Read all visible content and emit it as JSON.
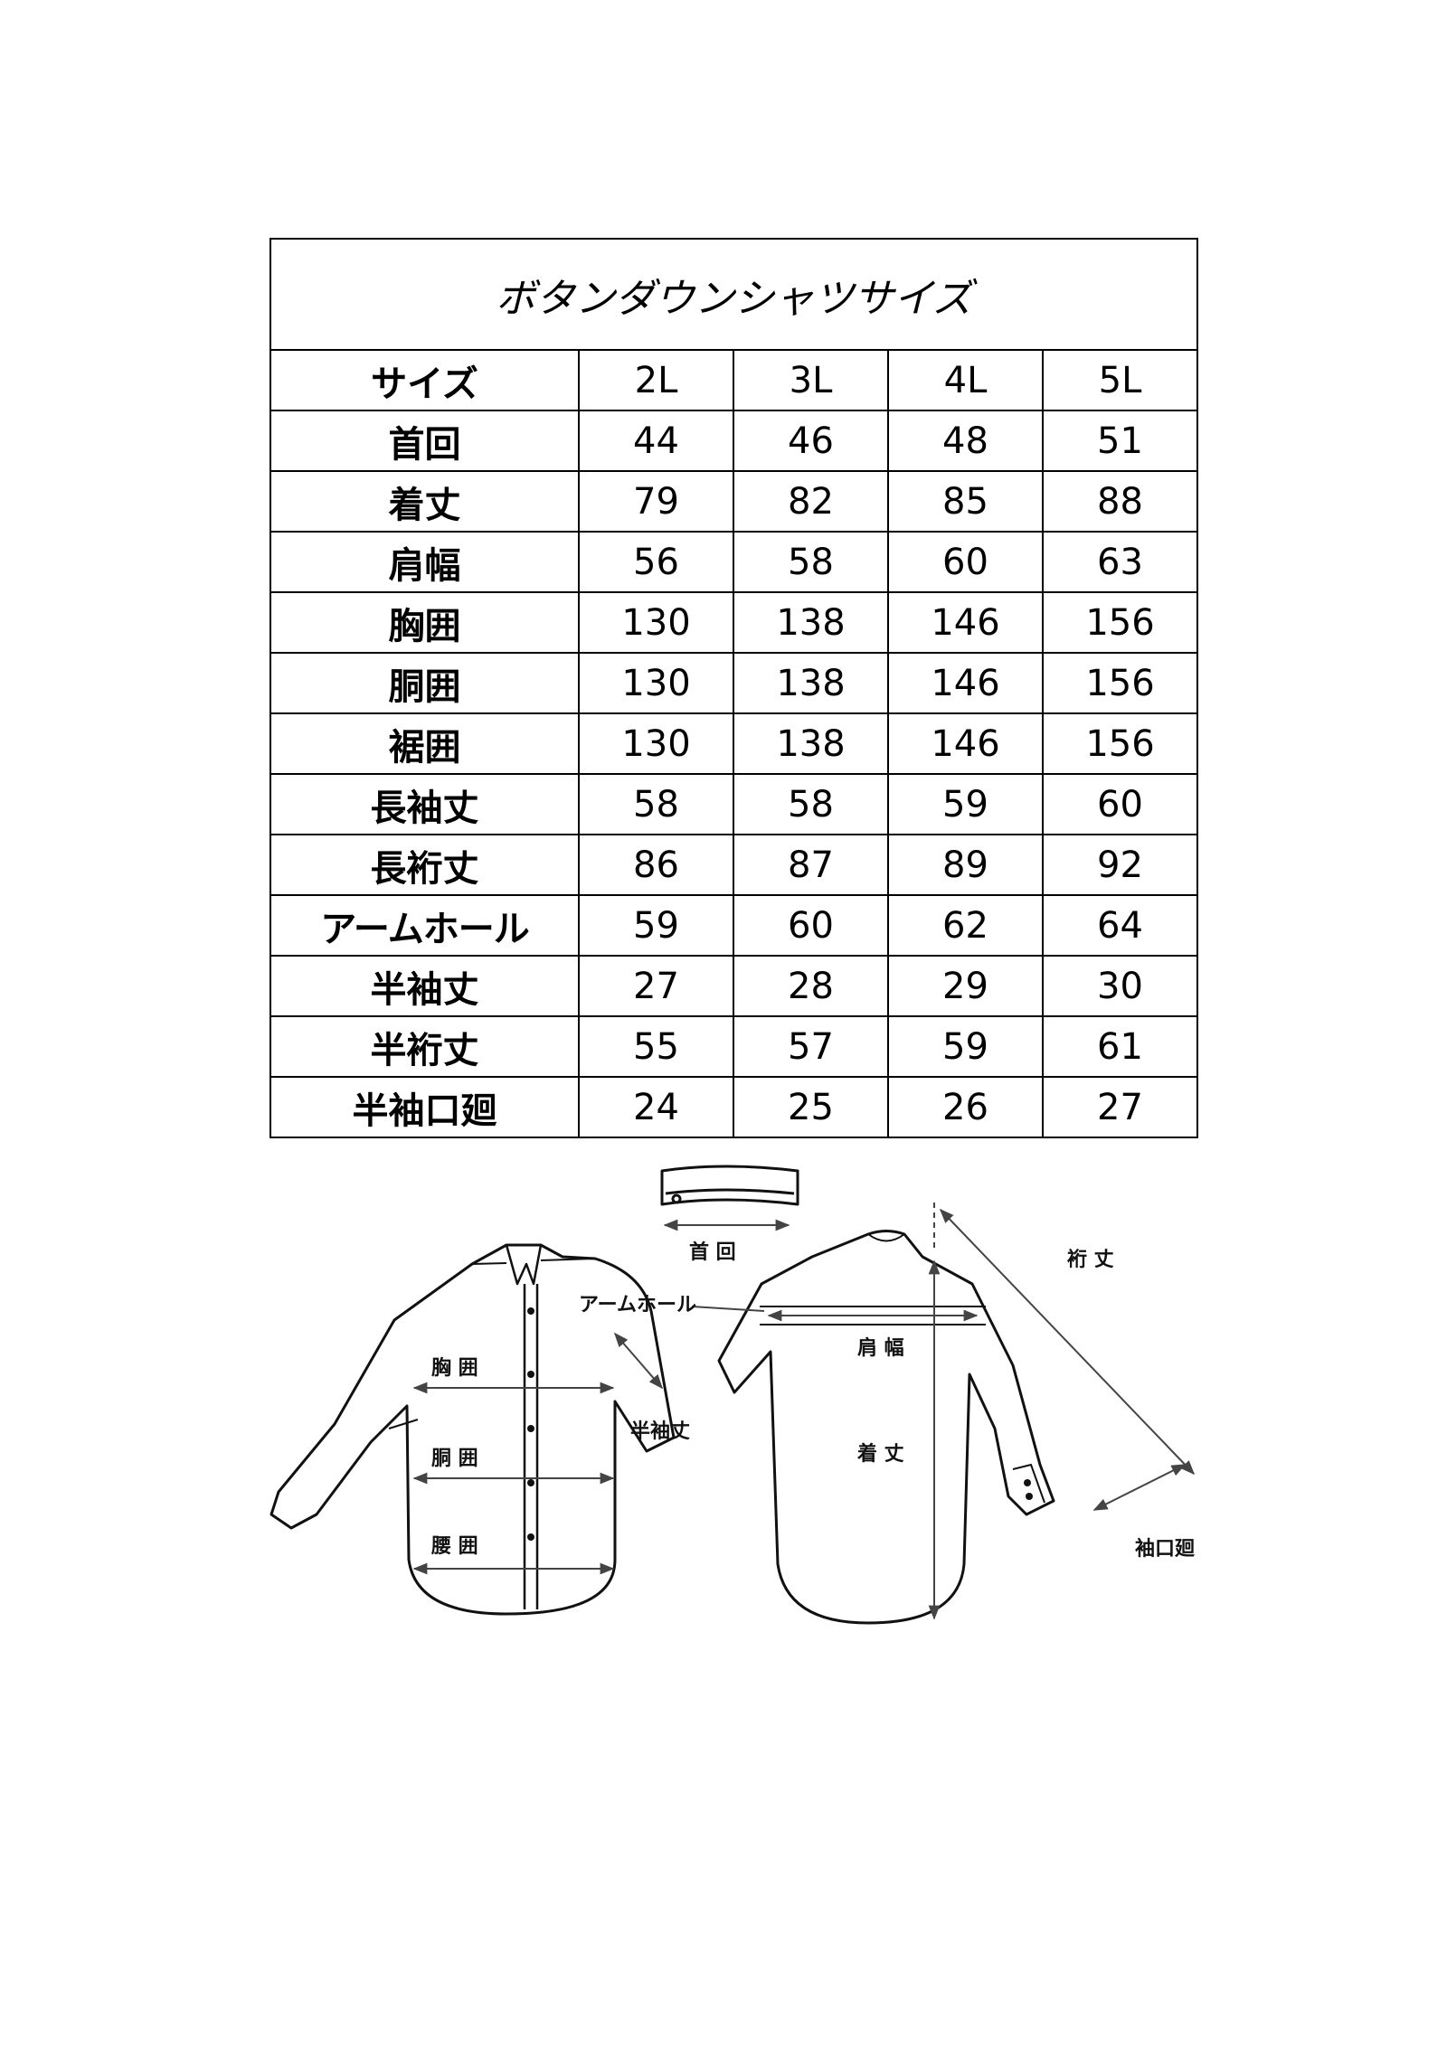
{
  "table": {
    "title": "ボタンダウンシャツサイズ",
    "header_label": "サイズ",
    "sizes": [
      "2L",
      "3L",
      "4L",
      "5L"
    ],
    "rows": [
      {
        "label": "首回",
        "values": [
          "44",
          "46",
          "48",
          "51"
        ]
      },
      {
        "label": "着丈",
        "values": [
          "79",
          "82",
          "85",
          "88"
        ]
      },
      {
        "label": "肩幅",
        "values": [
          "56",
          "58",
          "60",
          "63"
        ]
      },
      {
        "label": "胸囲",
        "values": [
          "130",
          "138",
          "146",
          "156"
        ]
      },
      {
        "label": "胴囲",
        "values": [
          "130",
          "138",
          "146",
          "156"
        ]
      },
      {
        "label": "裾囲",
        "values": [
          "130",
          "138",
          "146",
          "156"
        ]
      },
      {
        "label": "長袖丈",
        "values": [
          "58",
          "58",
          "59",
          "60"
        ]
      },
      {
        "label": "長裄丈",
        "values": [
          "86",
          "87",
          "89",
          "92"
        ]
      },
      {
        "label": "アームホール",
        "values": [
          "59",
          "60",
          "62",
          "64"
        ]
      },
      {
        "label": "半袖丈",
        "values": [
          "27",
          "28",
          "29",
          "30"
        ]
      },
      {
        "label": "半裄丈",
        "values": [
          "55",
          "57",
          "59",
          "61"
        ]
      },
      {
        "label": "半袖口廻",
        "values": [
          "24",
          "25",
          "26",
          "27"
        ]
      }
    ]
  },
  "diagram": {
    "collar_label": "首 回",
    "armhole_label": "アームホール",
    "chest_label": "胸 囲",
    "waist_label": "胴 囲",
    "hem_label": "腰 囲",
    "short_sleeve_label": "半袖丈",
    "shoulder_label": "肩 幅",
    "length_label": "着 丈",
    "sleeve_length_label": "裄 丈",
    "cuff_label": "袖口廻"
  }
}
